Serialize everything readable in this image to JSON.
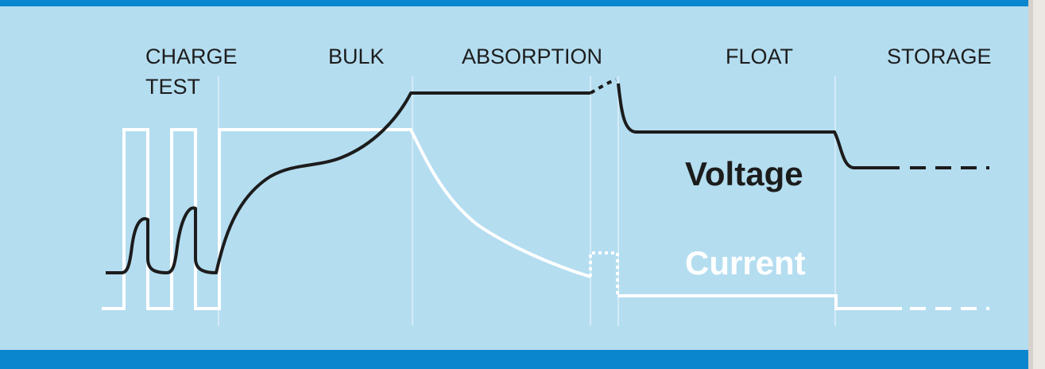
{
  "phases": [
    {
      "label": "CHARGE",
      "label2": "TEST"
    },
    {
      "label": "BULK"
    },
    {
      "label": "ABSORPTION"
    },
    {
      "label": "FLOAT"
    },
    {
      "label": "STORAGE"
    }
  ],
  "legend": {
    "voltage": "Voltage",
    "current": "Current"
  },
  "colors": {
    "background": "#b4ddf0",
    "band": "#0a86cf",
    "voltage_line": "#1c1c1c",
    "current_line": "#ffffff",
    "divider": "#ffffff",
    "right_edge": "#ebe7e2"
  }
}
